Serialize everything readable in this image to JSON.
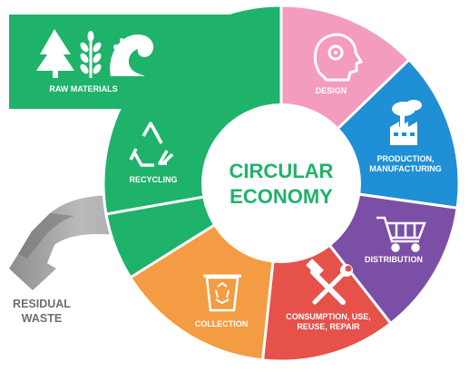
{
  "center": {
    "line1": "CIRCULAR",
    "line2": "ECONOMY"
  },
  "segments": {
    "raw_materials": {
      "label": "RAW MATERIALS",
      "color": "#1fb26a",
      "icons": [
        "tree-icon",
        "wheat-icon",
        "wave-icon"
      ]
    },
    "design": {
      "label": "DESIGN",
      "color": "#f39cc0",
      "icon": "head-gear-icon"
    },
    "production": {
      "line1": "PRODUCTION,",
      "line2": "MANUFACTURING",
      "color": "#1f8fd6",
      "icon": "factory-icon"
    },
    "distribution": {
      "label": "DISTRIBUTION",
      "color": "#7b4fa6",
      "icon": "shopping-cart-icon"
    },
    "consumption": {
      "line1": "CONSUMPTION, USE,",
      "line2": "REUSE, REPAIR",
      "color": "#e6514a",
      "icon": "wrench-hammer-icon"
    },
    "collection": {
      "label": "COLLECTION",
      "color": "#f39c43",
      "icon": "recycle-bin-icon"
    },
    "recycling": {
      "label": "RECYCLING",
      "color": "#1fb26a",
      "icon": "recycle-icon"
    }
  },
  "residual": {
    "line1": "RESIDUAL",
    "line2": "WASTE",
    "color": "#8a8b8d"
  }
}
